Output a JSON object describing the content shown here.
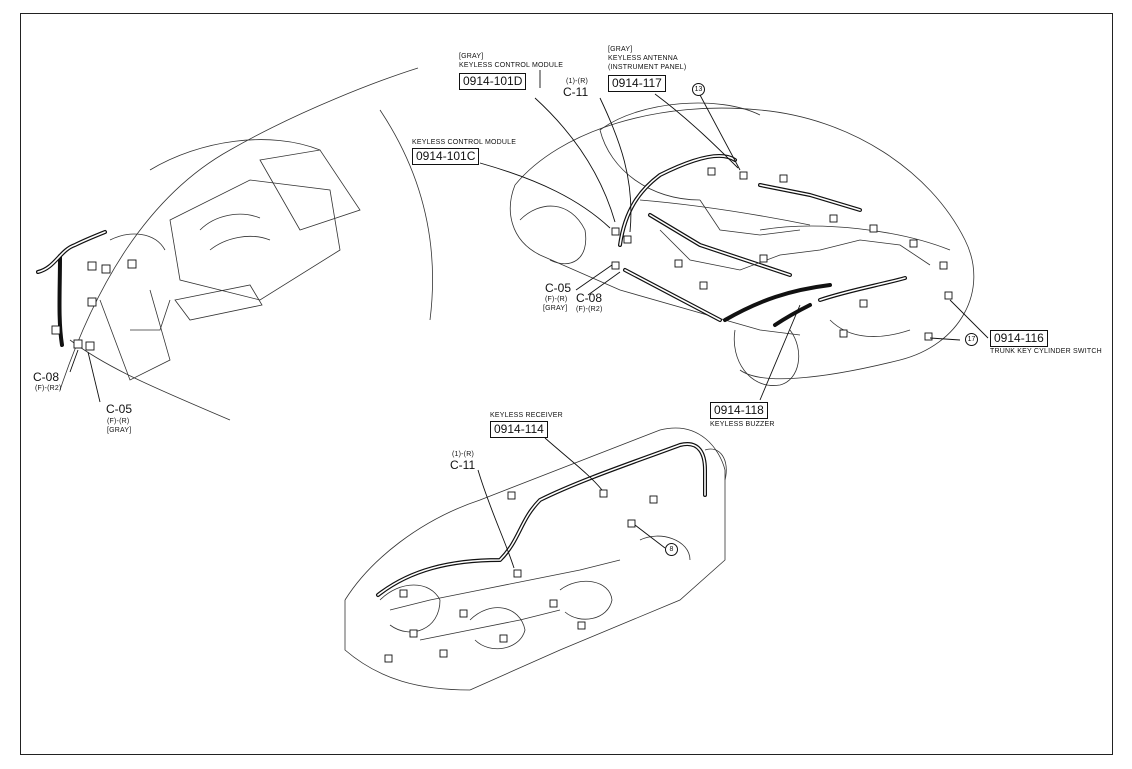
{
  "callouts": {
    "keyless_control_module_d": {
      "note": "[GRAY]",
      "label": "KEYLESS CONTROL MODULE",
      "code": "0914-101D"
    },
    "keyless_antenna": {
      "note": "[GRAY]",
      "label": "KEYLESS ANTENNA",
      "sublabel": "(INSTRUMENT PANEL)",
      "code": "0914-117"
    },
    "keyless_control_module_c": {
      "label": "KEYLESS CONTROL MODULE",
      "code": "0914-101C"
    },
    "trunk_key_cylinder_switch": {
      "label": "TRUNK KEY CYLINDER SWITCH",
      "code": "0914-116"
    },
    "keyless_buzzer": {
      "label": "KEYLESS BUZZER",
      "code": "0914-118"
    },
    "keyless_receiver": {
      "label": "KEYLESS RECEIVER",
      "code": "0914-114"
    }
  },
  "connectors": {
    "car_c11": {
      "spec": "(1)-(R)",
      "code": "C-11"
    },
    "car_c05": {
      "code": "C-05",
      "spec": "(F)-(R)",
      "note": "[GRAY]"
    },
    "car_c08": {
      "code": "C-08",
      "spec": "(F)-(R2)"
    },
    "left_c08": {
      "code": "C-08",
      "spec": "(F)-(R2)"
    },
    "left_c05": {
      "code": "C-05",
      "spec": "(F)-(R)",
      "note": "[GRAY]"
    },
    "dash_c11": {
      "spec": "(1)-(R)",
      "code": "C-11"
    }
  },
  "markers": {
    "m13": "13",
    "m17": "17",
    "m8": "8"
  }
}
